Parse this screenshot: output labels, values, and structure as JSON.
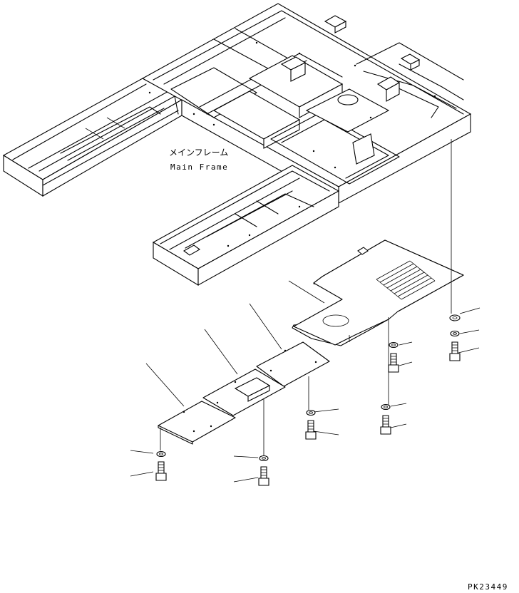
{
  "labels": {
    "main_frame_jp": "メインフレーム",
    "main_frame_en": "Main Frame",
    "drawing_code": "PK23449"
  },
  "parts": [
    {
      "name": "rear-cover-plate"
    },
    {
      "name": "middle-cover-plate"
    },
    {
      "name": "front-cover-plate"
    },
    {
      "name": "inspection-cover-plate"
    },
    {
      "name": "small-cover-plate"
    },
    {
      "name": "washer"
    },
    {
      "name": "bolt"
    }
  ]
}
